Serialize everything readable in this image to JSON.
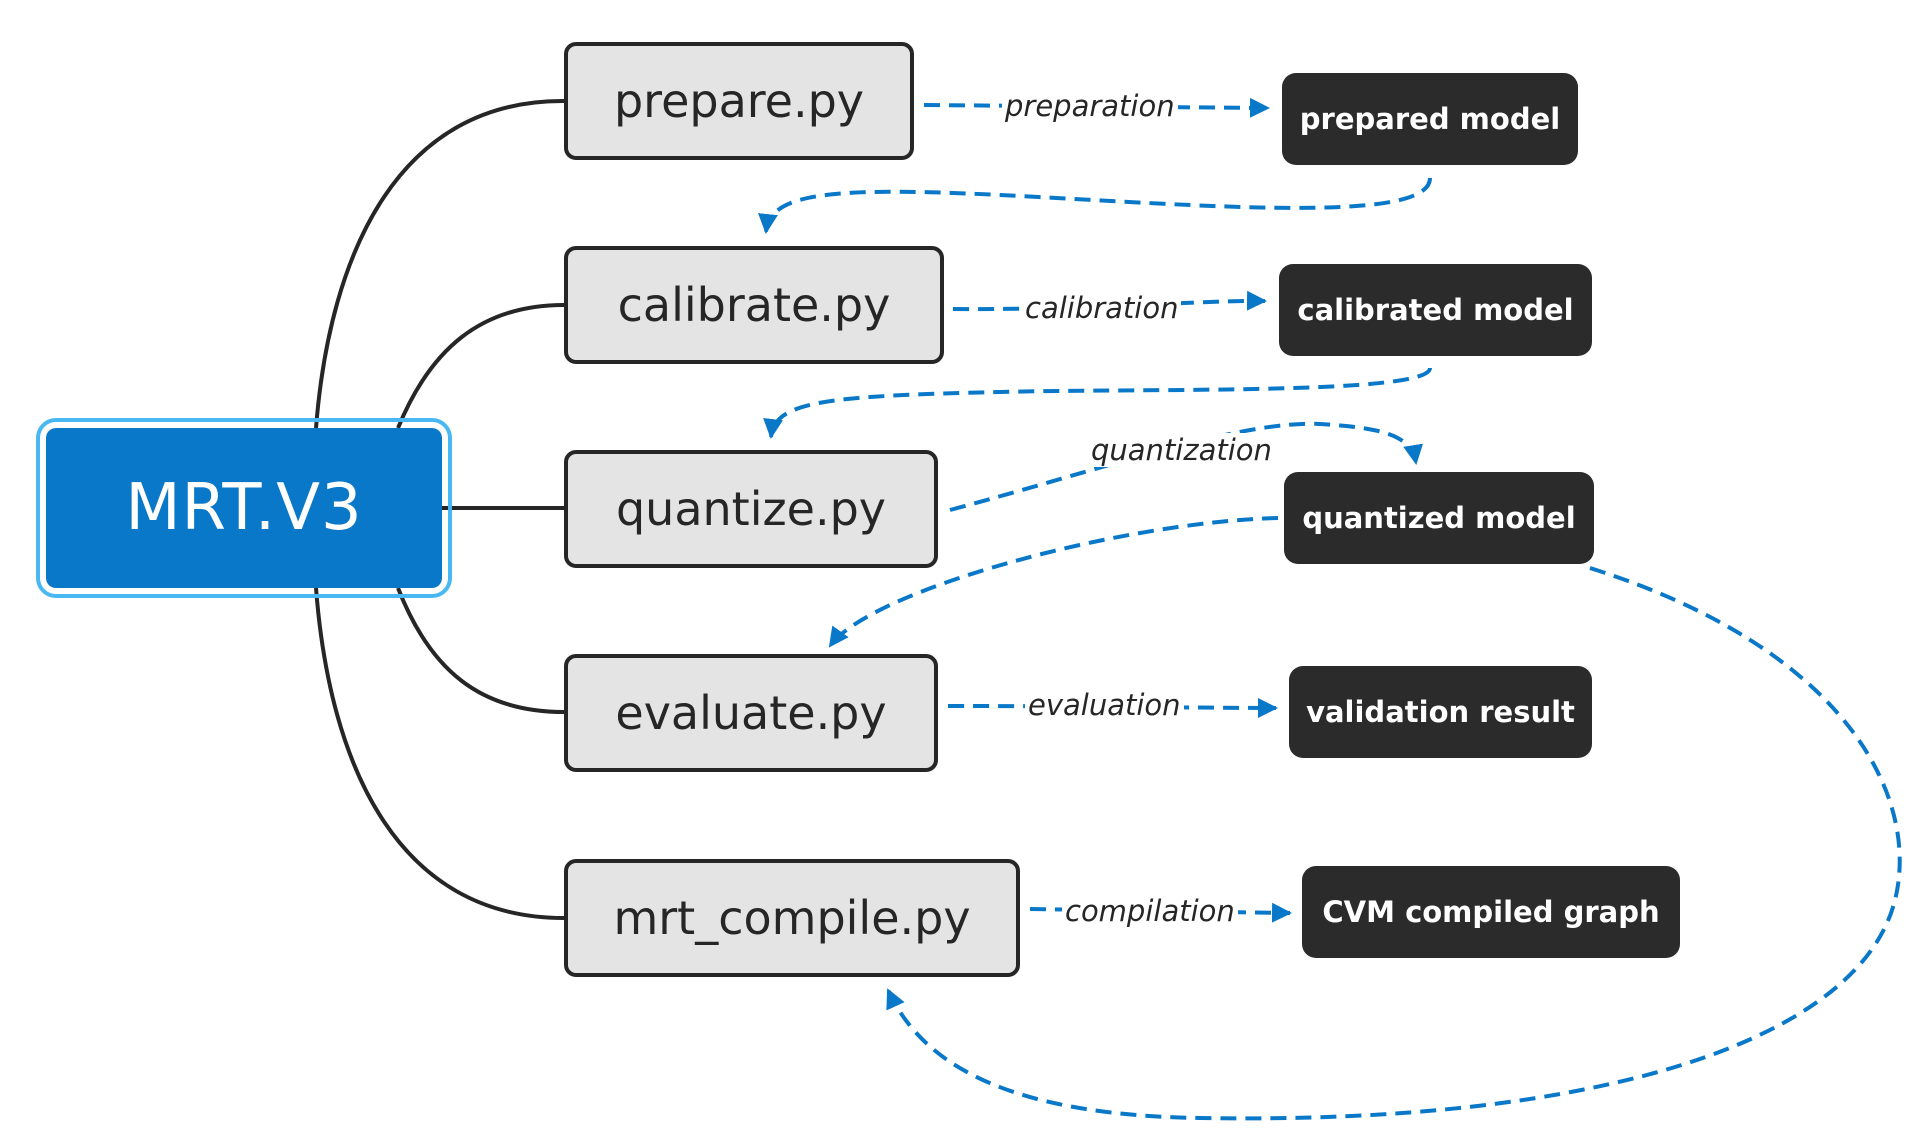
{
  "root": {
    "label": "MRT.V3"
  },
  "scripts": [
    {
      "id": "prepare",
      "label": "prepare.py"
    },
    {
      "id": "calibrate",
      "label": "calibrate.py"
    },
    {
      "id": "quantize",
      "label": "quantize.py"
    },
    {
      "id": "evaluate",
      "label": "evaluate.py"
    },
    {
      "id": "compile",
      "label": "mrt_compile.py"
    }
  ],
  "outputs": [
    {
      "id": "prepared",
      "label": "prepared model"
    },
    {
      "id": "calibrated",
      "label": "calibrated model"
    },
    {
      "id": "quantized",
      "label": "quantized model"
    },
    {
      "id": "validation",
      "label": "validation result"
    },
    {
      "id": "cvm",
      "label": "CVM compiled graph"
    }
  ],
  "edge_labels": {
    "preparation": "preparation",
    "calibration": "calibration",
    "quantization": "quantization",
    "evaluation": "evaluation",
    "compilation": "compilation"
  },
  "colors": {
    "root_fill": "#0a78c8",
    "root_outline": "#49b8f2",
    "script_fill": "#e4e4e4",
    "output_fill": "#2b2b2b",
    "flow_arrow": "#0a78c8",
    "connector": "#262626"
  }
}
